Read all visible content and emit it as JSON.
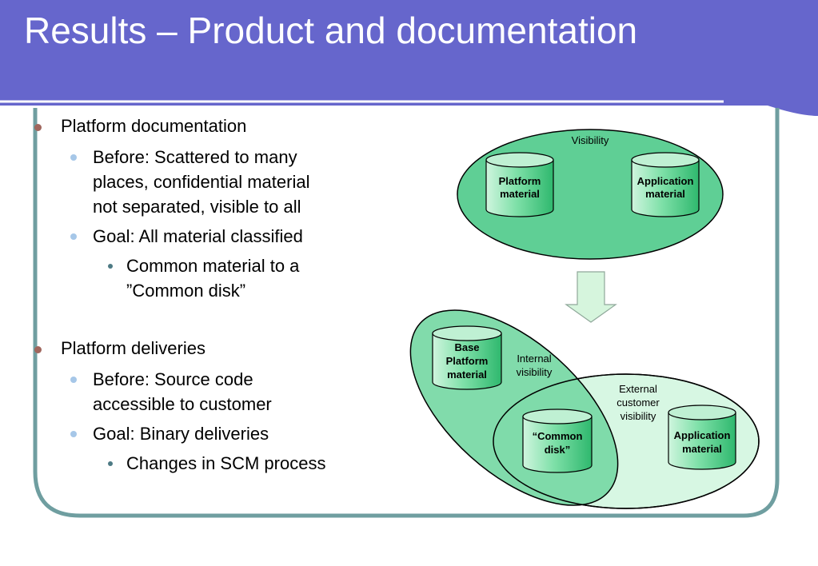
{
  "slide": {
    "title": "Results – Product and documentation"
  },
  "bullets": {
    "b1": "Platform documentation",
    "b1_1": "Before: Scattered to many places, confidential material not separated, visible to all",
    "b1_1_lines": [
      "Before: Scattered to many",
      "places, confidential material",
      "not separated, visible to all"
    ],
    "b1_2": "Goal: All material classified",
    "b1_2_1_lines": [
      "Common material to a",
      "”Common disk”"
    ],
    "b2": "Platform deliveries",
    "b2_1_lines": [
      "Before: Source code",
      "accessible to customer"
    ],
    "b2_2": "Goal: Binary deliveries",
    "b2_2_1": "Changes in SCM process"
  },
  "diagram": {
    "before": {
      "visibility_label": "Visibility",
      "platform_lines": [
        "Platform",
        "material"
      ],
      "application_lines": [
        "Application",
        "material"
      ]
    },
    "after": {
      "base_platform_lines": [
        "Base",
        "Platform",
        "material"
      ],
      "internal_lines": [
        "Internal",
        "visibility"
      ],
      "external_lines": [
        "External",
        "customer",
        "visibility"
      ],
      "common_disk_lines": [
        "“Common",
        "disk”"
      ],
      "application_lines": [
        "Application",
        "material"
      ]
    },
    "colors": {
      "ellipse_top": "#5fcf95",
      "internal": "#7ad9a6",
      "external": "#d7f7e3",
      "cylinder": "#3fc47c",
      "cylinder_light": "#cff5de",
      "arrow": "#d6f5dd"
    }
  },
  "theme": {
    "banner": "#6666cc",
    "frame": "#6f9ea0"
  }
}
